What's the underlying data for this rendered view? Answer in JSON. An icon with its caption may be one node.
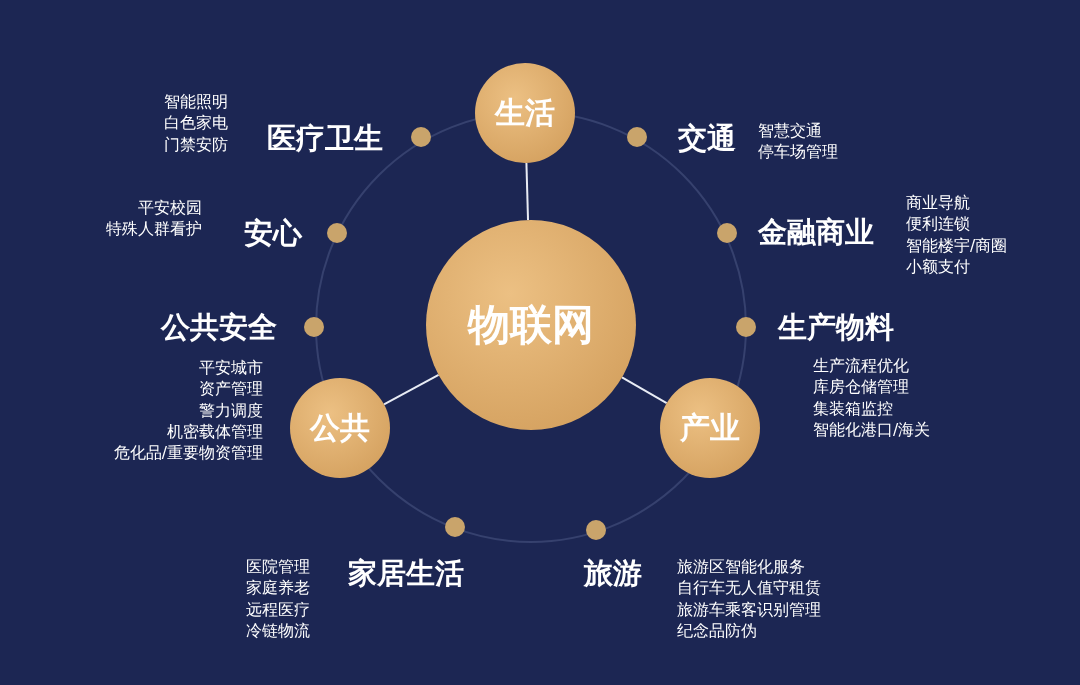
{
  "diagram": {
    "nodes": [
      {
        "text": [
          "生活"
        ]
      },
      {
        "text": [
          "医疗卫生"
        ],
        "beside": [
          "智能照明",
          "白色家电",
          "门禁安防"
        ]
      },
      {
        "text": [
          "交通"
        ],
        "beside": [
          "智慧交通",
          "停车场管理"
        ]
      },
      {
        "text": [
          "安心"
        ],
        "beside": [
          "平安校园",
          "特殊人群看护"
        ]
      },
      {
        "text": [
          "金融商业"
        ],
        "beside": [
          "商业导航",
          "便利连锁",
          "智能楼宇/商圈",
          "小额支付"
        ]
      },
      {
        "text": [
          "公共安全"
        ],
        "beside": [
          "平安城市",
          "资产管理",
          "警力调度",
          "机密载体管理",
          "危化品/重要物资管理"
        ]
      },
      {
        "text": [
          "物联网"
        ]
      },
      {
        "text": [
          "生产物料"
        ],
        "beside": [
          "生产流程优化",
          "库房仓储管理",
          "集装箱监控",
          "智能化港口/海关"
        ]
      },
      {
        "text": [
          "公共"
        ]
      },
      {
        "text": [
          "产业"
        ]
      },
      {
        "text": [
          "家居生活"
        ],
        "beside": [
          "医院管理",
          "家庭养老",
          "远程医疗",
          "冷链物流"
        ]
      },
      {
        "text": [
          "旅游"
        ],
        "beside": [
          "旅游区智能化服务",
          "自行车无人值守租赁",
          "旅游车乘客识别管理",
          "纪念品防伪"
        ]
      }
    ],
    "edges": [
      {
        "from": 6,
        "to": 0,
        "arrow": "none"
      },
      {
        "from": 6,
        "to": 8,
        "arrow": "none"
      },
      {
        "from": 6,
        "to": 9,
        "arrow": "none"
      }
    ]
  }
}
